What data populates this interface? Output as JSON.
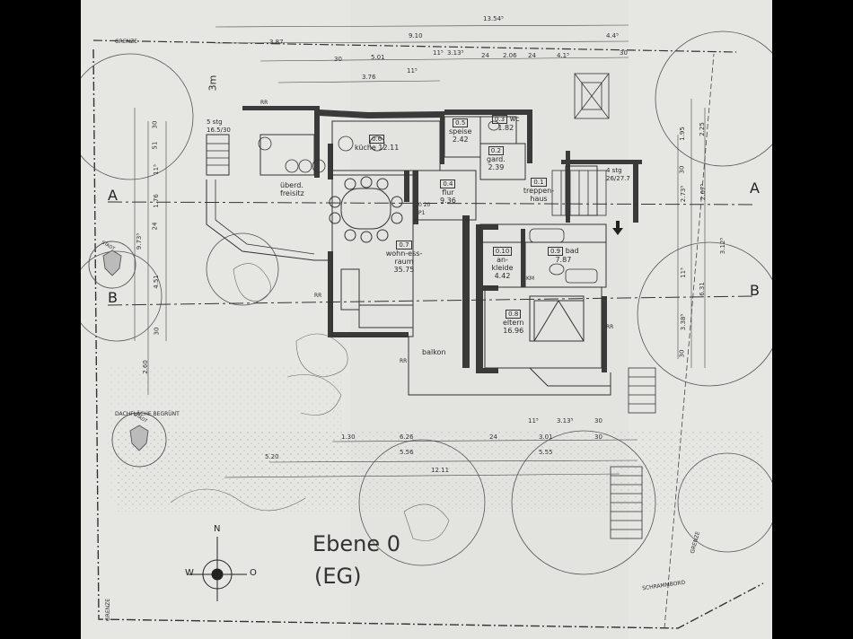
{
  "caption": {
    "level": "Ebene 0",
    "abbr": "(EG)"
  },
  "rooms": [
    {
      "num": "0.6",
      "name": "küche",
      "area": "12.11"
    },
    {
      "num": "0.5",
      "name": "speise",
      "area": "2.42"
    },
    {
      "num": "0.3",
      "name": "wc",
      "area": "1.82"
    },
    {
      "num": "0.2",
      "name": "gard.",
      "area": "2.39"
    },
    {
      "num": "0.1",
      "name": "treppen-haus",
      "area": ""
    },
    {
      "num": "0.4",
      "name": "flur",
      "area": "9.36"
    },
    {
      "num": "0.7",
      "name": "wohn-ess-raum",
      "area": "35.75"
    },
    {
      "num": "0.10",
      "name": "an-kleide",
      "area": "4.42"
    },
    {
      "num": "0.9",
      "name": "bad",
      "area": "7.87"
    },
    {
      "num": "0.8",
      "name": "eltern",
      "area": "16.96"
    }
  ],
  "labels": {
    "grenze_top": "GRENZE",
    "grenze_right": "GRENZE",
    "grenze_left": "GRENZE",
    "schrammbord": "SCHRAMMBORD",
    "ueberd": "überd.",
    "freisitz": "freisitz",
    "balkon": "balkon",
    "dach": "DACHFLÄCHE BEGRÜNT",
    "stg_left": "5 stg",
    "stg_left_dim": "16.5/30",
    "stg_right": "4 stg",
    "stg_right_dim": "26/27.7",
    "rr": "RR",
    "km": "KM",
    "p1": "P1",
    "p1_dim": "0 20",
    "three_m": "3m",
    "seal1": "STADT",
    "seal2": "STADT"
  },
  "sections": {
    "a": "A",
    "b": "B"
  },
  "compass": {
    "n": "N",
    "w": "W",
    "o": "O"
  },
  "dims_top": [
    "13.54⁵",
    "9.10",
    "3.87",
    "4.4⁵",
    "3.76",
    "5.01",
    "11⁵",
    "3.13⁵",
    "24",
    "2.06",
    "24",
    "4.1⁵",
    "30",
    "30",
    "11⁵"
  ],
  "dims_bottom": [
    "1.30",
    "6.26",
    "24",
    "3.01",
    "11⁵",
    "3.13⁵",
    "30",
    "5.20",
    "5.56",
    "5.55",
    "12.11",
    "30"
  ],
  "dims_left": [
    "30",
    "51",
    "1.76",
    "11⁵",
    "24",
    "9.73⁵",
    "4.51",
    "30",
    "2.60"
  ],
  "dims_right": [
    "1.95",
    "2.25",
    "30",
    "2.73⁵",
    "2.67⁵",
    "3.12⁵",
    "11⁵",
    "6.31",
    "3.38⁵",
    "30"
  ]
}
